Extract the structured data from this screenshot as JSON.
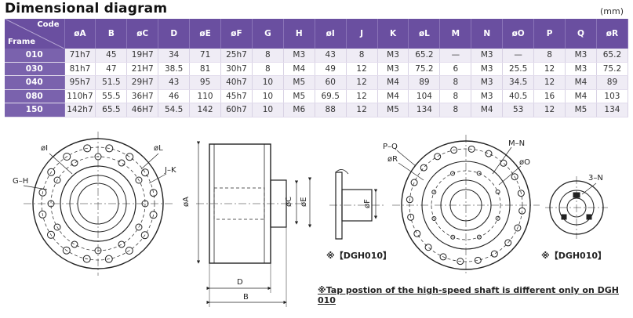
{
  "title": "Dimensional diagram",
  "unit": "(mm)",
  "table": {
    "corner_top": "Code",
    "corner_bottom": "Frame",
    "headers": [
      "øA",
      "B",
      "øC",
      "D",
      "øE",
      "øF",
      "G",
      "H",
      "øI",
      "J",
      "K",
      "øL",
      "M",
      "N",
      "øO",
      "P",
      "Q",
      "øR"
    ],
    "rows": [
      {
        "frame": "010",
        "cells": [
          "71h7",
          "45",
          "19H7",
          "34",
          "71",
          "25h7",
          "8",
          "M3",
          "43",
          "8",
          "M3",
          "65.2",
          "—",
          "M3",
          "—",
          "8",
          "M3",
          "65.2"
        ]
      },
      {
        "frame": "030",
        "cells": [
          "81h7",
          "47",
          "21H7",
          "38.5",
          "81",
          "30h7",
          "8",
          "M4",
          "49",
          "12",
          "M3",
          "75.2",
          "6",
          "M3",
          "25.5",
          "12",
          "M3",
          "75.2"
        ]
      },
      {
        "frame": "040",
        "cells": [
          "95h7",
          "51.5",
          "29H7",
          "43",
          "95",
          "40h7",
          "10",
          "M5",
          "60",
          "12",
          "M4",
          "89",
          "8",
          "M3",
          "34.5",
          "12",
          "M4",
          "89"
        ]
      },
      {
        "frame": "080",
        "cells": [
          "110h7",
          "55.5",
          "36H7",
          "46",
          "110",
          "45h7",
          "10",
          "M5",
          "69.5",
          "12",
          "M4",
          "104",
          "8",
          "M3",
          "40.5",
          "16",
          "M4",
          "103"
        ]
      },
      {
        "frame": "150",
        "cells": [
          "142h7",
          "65.5",
          "46H7",
          "54.5",
          "142",
          "60h7",
          "10",
          "M6",
          "88",
          "12",
          "M5",
          "134",
          "8",
          "M4",
          "53",
          "12",
          "M5",
          "134"
        ]
      }
    ]
  },
  "drawing_labels": {
    "phi_i_1": "øI",
    "phi_l": "øL",
    "g_h": "G–H",
    "j_k": "J–K",
    "phi_a": "øA",
    "phi_c": "øC",
    "phi_e": "øE",
    "phi_f": "øF",
    "d": "D",
    "b": "B",
    "p_q": "P–Q",
    "phi_r": "øR",
    "m_n": "M–N",
    "phi_o": "øO",
    "three_n": "3–N"
  },
  "dgh_label_1": "※【DGH010】",
  "dgh_label_2": "※【DGH010】",
  "footnote": "※Tap postion of the high-speed shaft is different only on DGH 010"
}
